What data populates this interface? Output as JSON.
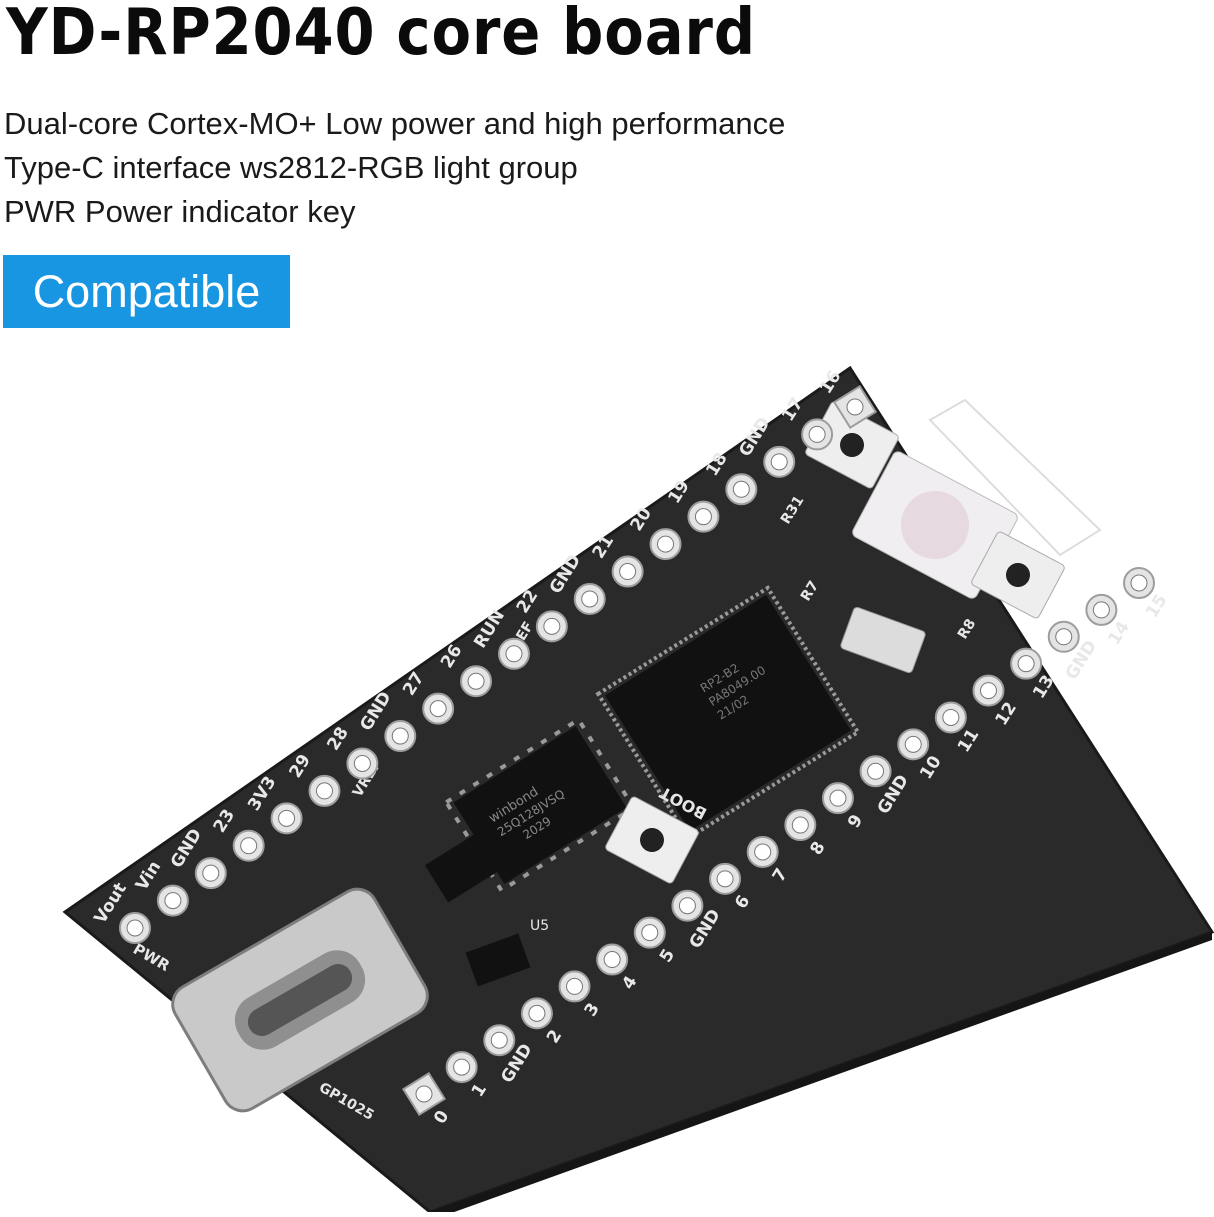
{
  "title": "YD-RP2040 core board",
  "features": [
    "Dual-core Cortex-MO+ Low power and high performance",
    "Type-C interface ws2812-RGB light group",
    "PWR Power indicator key"
  ],
  "badge": "Compatible",
  "colors": {
    "badge": "#1996e1",
    "pcb": "#2a2a2a",
    "text": "#1a1a1a"
  },
  "board": {
    "pins_top": [
      "16",
      "17",
      "GND",
      "18",
      "19",
      "20",
      "21",
      "GND",
      "22",
      "RUN",
      "26",
      "27",
      "GND",
      "28",
      "29",
      "3V3",
      "23",
      "GND",
      "Vin",
      "Vout"
    ],
    "pins_bottom": [
      "0",
      "1",
      "GND",
      "2",
      "3",
      "4",
      "5",
      "GND",
      "6",
      "7",
      "8",
      "9",
      "GND",
      "10",
      "11",
      "12",
      "13",
      "GND",
      "14",
      "15"
    ],
    "flash_brand": "winbond",
    "flash_part": "25Q128JVSQ",
    "flash_date": "2029",
    "mcu_label": "RP2-B2",
    "mcu_code": "PA8049.00",
    "mcu_year": "21/02",
    "boot_label": "BOOT",
    "pwr_label": "PWR",
    "vref_label": "VREF",
    "r31_label": "R31",
    "r7_label": "R7",
    "r8_label": "R8",
    "u5_label": "U5",
    "gp25_label": "GP1025"
  }
}
